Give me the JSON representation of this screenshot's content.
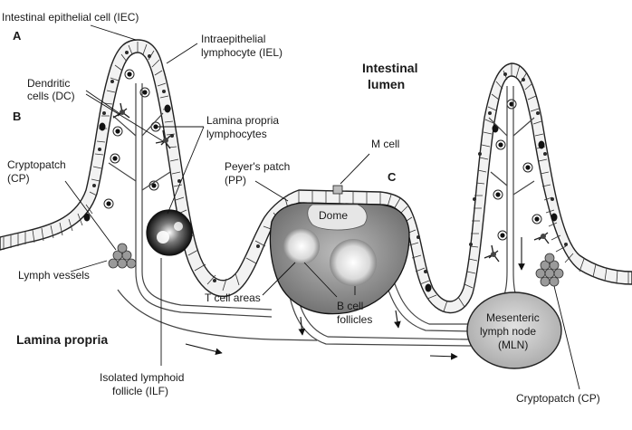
{
  "labels": {
    "iec": "Intestinal epithelial cell (IEC)",
    "iel_line1": "Intraepithelial",
    "iel_line2": "lymphocyte (IEL)",
    "dc_line1": "Dendritic",
    "dc_line2": "cells (DC)",
    "lpl_line1": "Lamina propria",
    "lpl_line2": "lymphocytes",
    "lumen_line1": "Intestinal",
    "lumen_line2": "lumen",
    "m_cell": "M cell",
    "cp_line1": "Cryptopatch",
    "cp_line2": "(CP)",
    "pp_line1": "Peyer's patch",
    "pp_line2": "(PP)",
    "dome": "Dome",
    "lymph_vessels": "Lymph vessels",
    "t_cell_areas": "T cell areas",
    "b_line1": "B cell",
    "b_line2": "follicles",
    "mln_line1": "Mesenteric",
    "mln_line2": "lymph node",
    "mln_line3": "(MLN)",
    "lamina_propria": "Lamina propria",
    "ilf_line1": "Isolated lymphoid",
    "ilf_line2": "follicle (ILF)",
    "cp_right": "Cryptopatch (CP)"
  },
  "panels": {
    "a": "A",
    "b": "B",
    "c": "C"
  }
}
